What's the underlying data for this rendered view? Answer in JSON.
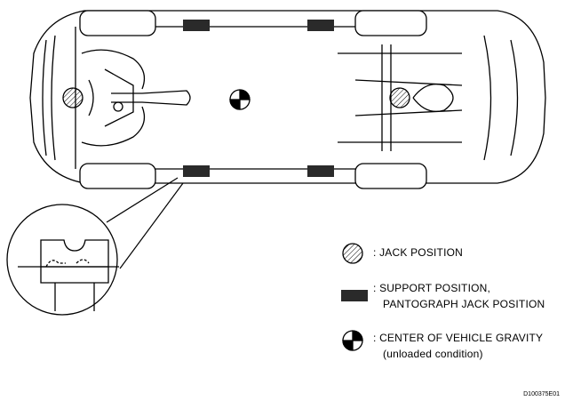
{
  "legend": {
    "jack_position": ": JACK POSITION",
    "support_line1": ": SUPPORT POSITION,",
    "support_line2": "PANTOGRAPH JACK POSITION",
    "gravity_line1": ": CENTER OF VEHICLE GRAVITY",
    "gravity_line2": "(unloaded condition)"
  },
  "figure_code": "D100375E01",
  "colors": {
    "ink": "#000000",
    "support_block": "#2a2a2a",
    "paper": "#ffffff"
  }
}
